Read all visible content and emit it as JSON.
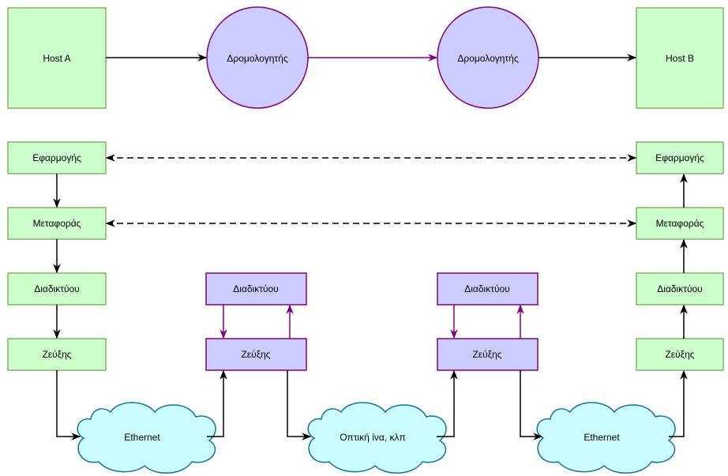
{
  "hosts": {
    "a": "Host A",
    "b": "Host B"
  },
  "routers": {
    "r1": "Δρομολογητής",
    "r2": "Δρομολογητής"
  },
  "stack_a": {
    "application": "Εφαρμογής",
    "transport": "Μεταφοράς",
    "network": "Διαδικτύου",
    "link": "Ζεύξης"
  },
  "stack_b": {
    "application": "Εφαρμογής",
    "transport": "Μεταφοράς",
    "network": "Διαδικτύου",
    "link": "Ζεύξης"
  },
  "router1_stack": {
    "network": "Διαδικτύου",
    "link": "Ζεύξης"
  },
  "router2_stack": {
    "network": "Διαδικτύου",
    "link": "Ζεύξης"
  },
  "networks": {
    "left": "Ethernet",
    "middle": "Οπτική ίνα, κλπ",
    "right": "Ethernet"
  },
  "colors": {
    "host_fill": "#ccffcc",
    "host_stroke": "#82b366",
    "router_fill": "#ccccff",
    "router_stroke": "#7f007f",
    "cloud_fill": "#ccffff",
    "cloud_stroke": "#10739e"
  }
}
